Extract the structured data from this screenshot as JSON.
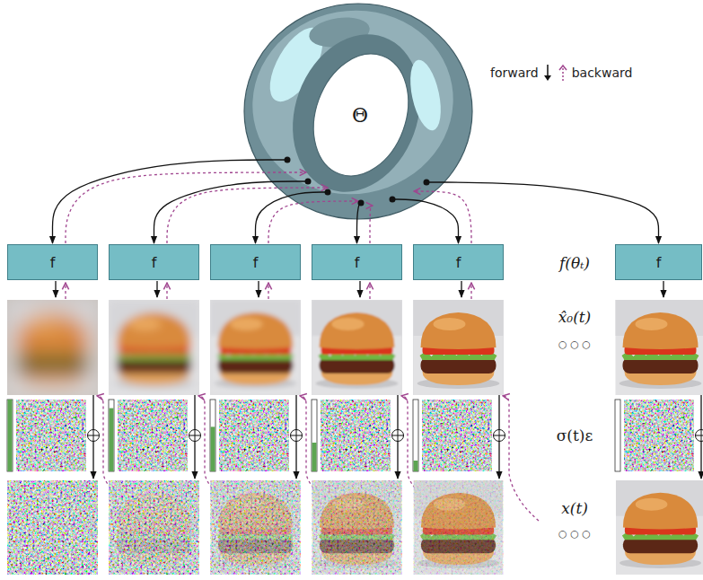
{
  "diagram": {
    "nodes": [
      {
        "text": [
          "Θ"
        ]
      },
      {
        "text": [
          "f"
        ]
      },
      {
        "text": [
          "f"
        ]
      },
      {
        "text": [
          "f"
        ]
      },
      {
        "text": [
          "f"
        ]
      },
      {
        "text": [
          "f"
        ]
      },
      {
        "text": [
          "f"
        ]
      }
    ],
    "edges": [
      {
        "from": 0,
        "to": 1,
        "arrow": "to"
      },
      {
        "from": 0,
        "to": 2,
        "arrow": "to"
      },
      {
        "from": 0,
        "to": 3,
        "arrow": "to"
      },
      {
        "from": 0,
        "to": 4,
        "arrow": "to"
      },
      {
        "from": 0,
        "to": 5,
        "arrow": "to"
      },
      {
        "from": 0,
        "to": 6,
        "arrow": "to"
      },
      {
        "from": 1,
        "to": 0,
        "arrow": "to"
      },
      {
        "from": 2,
        "to": 0,
        "arrow": "to"
      },
      {
        "from": 3,
        "to": 0,
        "arrow": "to"
      },
      {
        "from": 4,
        "to": 0,
        "arrow": "to"
      },
      {
        "from": 5,
        "to": 0,
        "arrow": "to"
      }
    ],
    "labels": [
      "f(θₜ)",
      "x̂₀(t)",
      "○ ○ ○",
      "σ(t)ε",
      "x(t)",
      "○ ○ ○"
    ],
    "legend": [
      {
        "text": "forward"
      },
      {
        "text": "backward"
      }
    ]
  }
}
